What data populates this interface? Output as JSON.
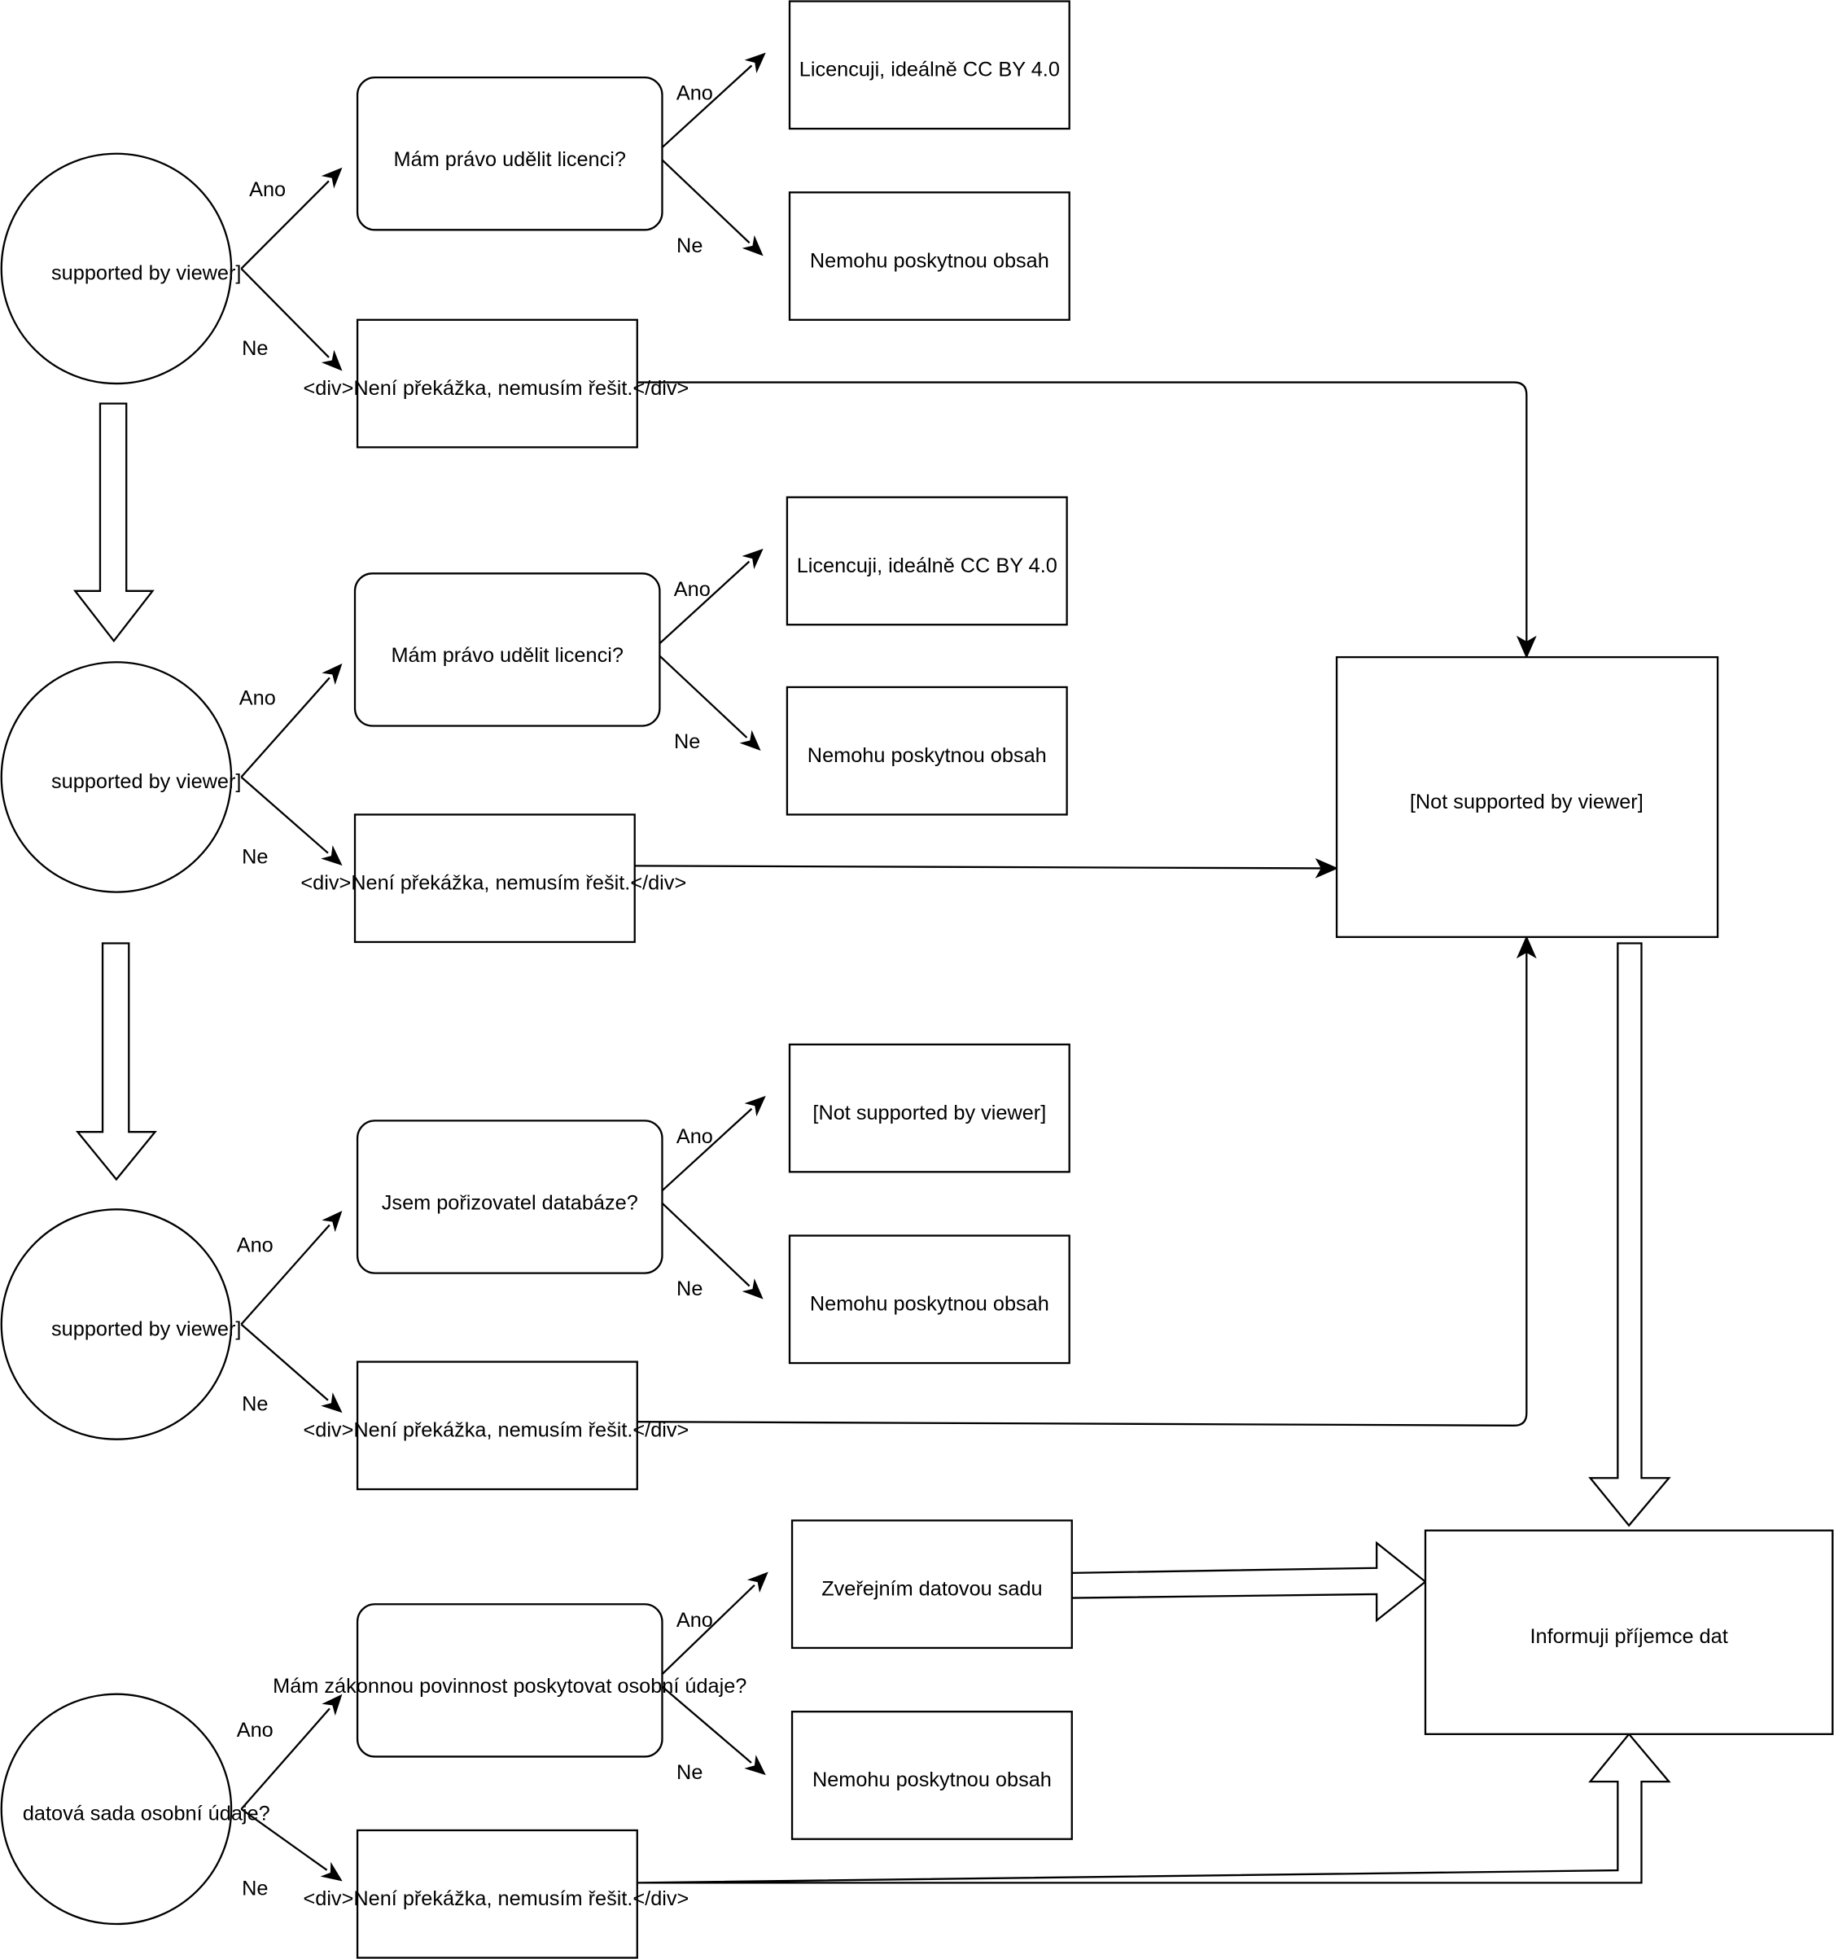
{
  "labels": {
    "yes": "Ano",
    "no": "Ne"
  },
  "sections": [
    {
      "start": "supported by viewer]",
      "question": "Mám právo udělit licenci?",
      "yes_result": "Licencuji, ideálně CC BY 4.0",
      "no_result": "Nemohu poskytnou obsah",
      "no_branch": "<div>Není překážka, nemusím řešit.</div>"
    },
    {
      "start": "supported by viewer]",
      "question": "Mám právo udělit licenci?",
      "yes_result": "Licencuji, ideálně CC BY 4.0",
      "no_result": "Nemohu poskytnou obsah",
      "no_branch": "<div>Není překážka, nemusím řešit.</div>"
    },
    {
      "start": "supported by viewer]",
      "question": "Jsem pořizovatel databáze?",
      "yes_result": "[Not supported by viewer]",
      "no_result": "Nemohu poskytnou obsah",
      "no_branch": "<div>Není překážka, nemusím řešit.</div>"
    },
    {
      "start": "datová sada osobní údaje?",
      "question": "Mám zákonnou povinnost poskytovat osobní údaje?",
      "yes_result": "Zveřejním datovou sadu",
      "no_result": "Nemohu poskytnou obsah",
      "no_branch": "<div>Není překážka, nemusím řešit.</div>"
    }
  ],
  "merge_box": "[Not supported by viewer]",
  "final_box": "Informuji příjemce dat"
}
